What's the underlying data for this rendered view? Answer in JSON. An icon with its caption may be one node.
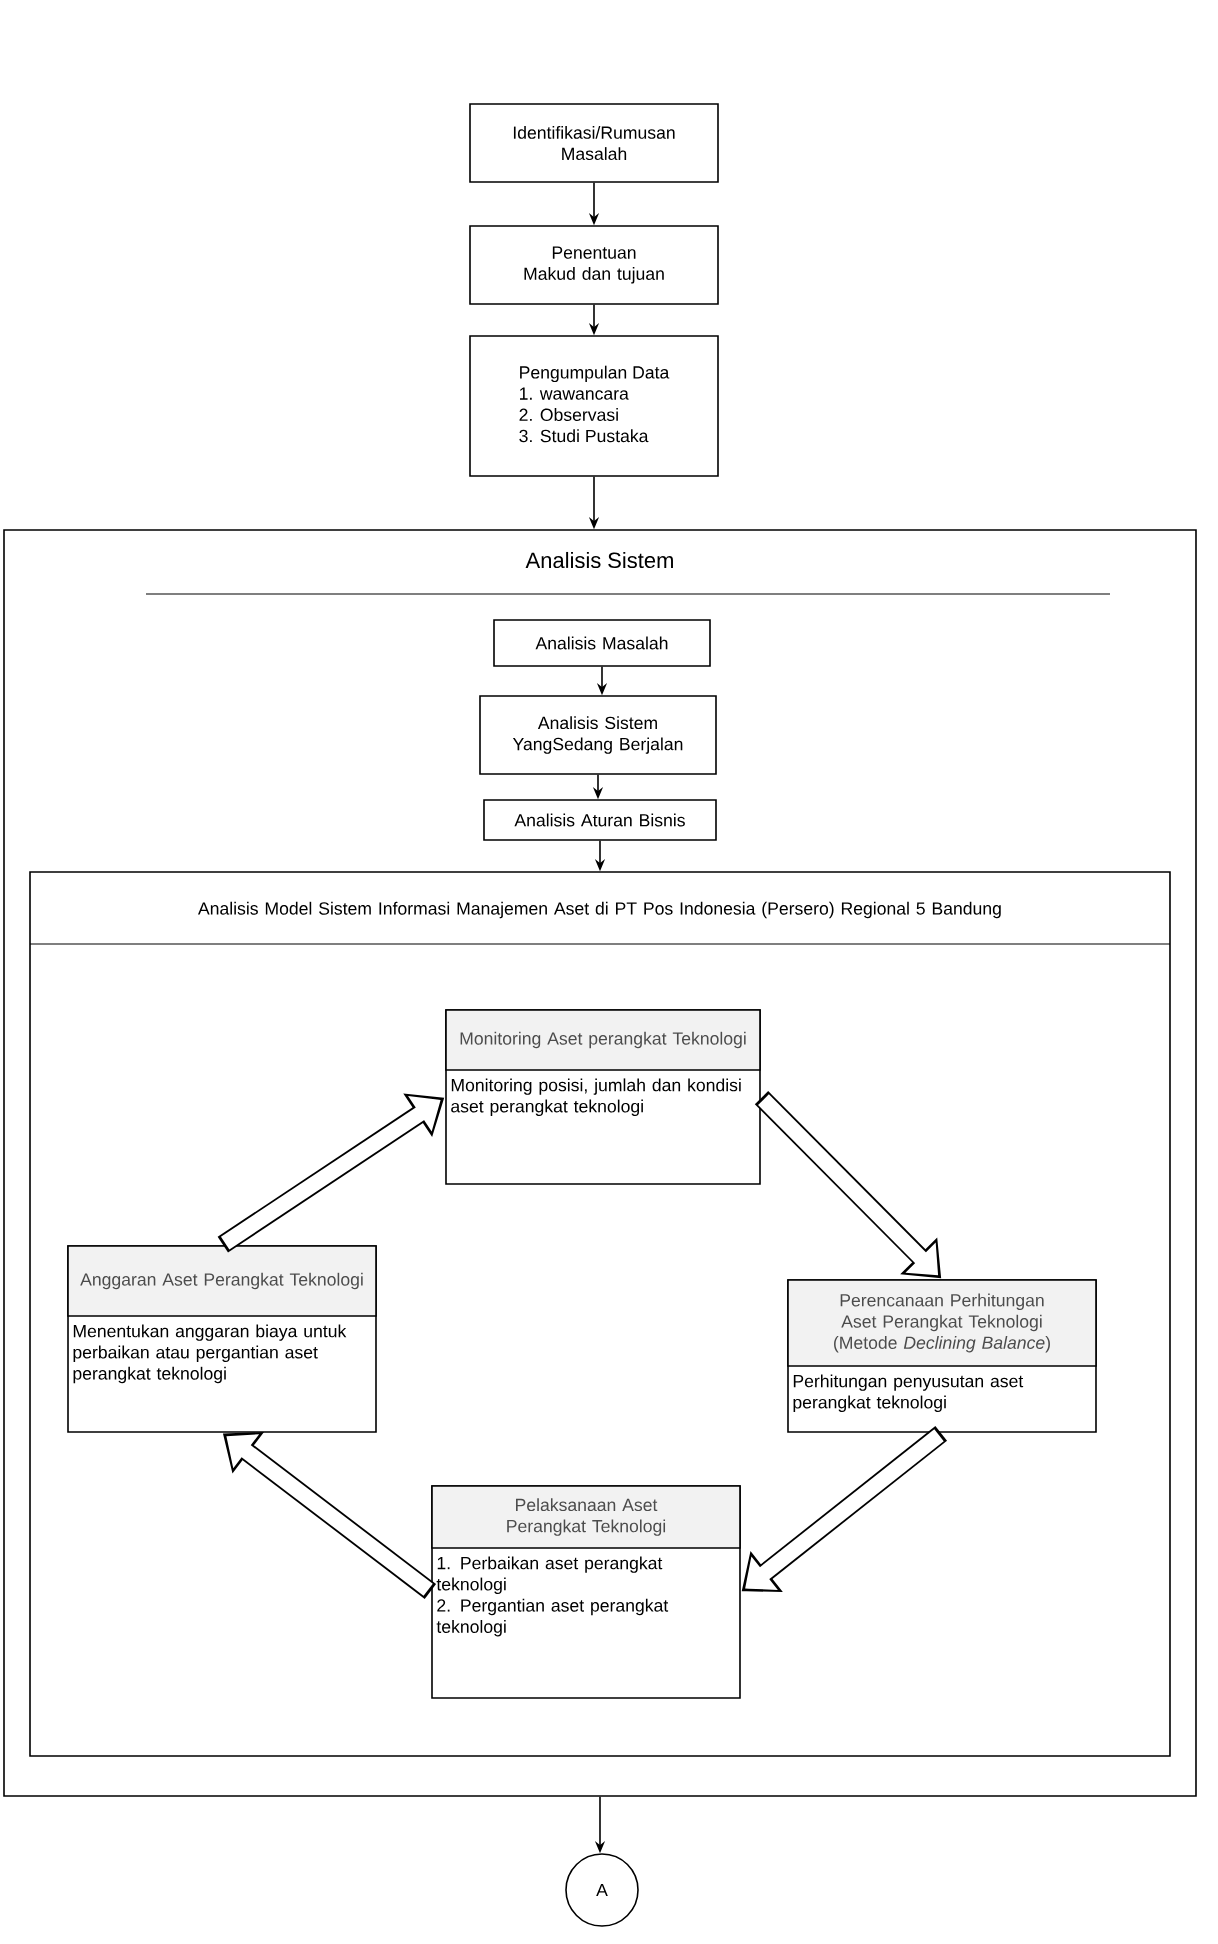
{
  "diagram": {
    "nodes": [
      {
        "text": [
          "Identifikasi/Rumusan Masalah"
        ]
      },
      {
        "text": [
          "Penentuan Makud dan tujuan"
        ]
      },
      {
        "text": [
          "Pengumpulan Data",
          "1. wawancara",
          "2. Observasi",
          "3. Studi Pustaka"
        ]
      },
      {
        "text": [
          "Analisis Sistem"
        ]
      },
      {
        "text": [
          "Analisis Masalah"
        ],
        "in": 3
      },
      {
        "text": [
          "Analisis Sistem YangSedang Berjalan"
        ],
        "in": 3
      },
      {
        "text": [
          "Analisis Aturan Bisnis"
        ],
        "in": 3
      },
      {
        "text": [
          "Analisis Model Sistem Informasi Manajemen Aset di PT Pos Indonesia (Persero) Regional 5 Bandung"
        ],
        "in": 3
      },
      {
        "text": [
          "Monitoring Aset perangkat Teknologi",
          "Monitoring posisi, jumlah dan kondisi aset perangkat teknologi"
        ],
        "in": 7
      },
      {
        "text": [
          "Perencanaan Perhitungan Aset Perangkat Teknologi (Metode *Declining Balance*)",
          "Perhitungan penyusutan aset perangkat teknologi"
        ],
        "in": 7
      },
      {
        "text": [
          "Pelaksanaan Aset Perangkat Teknologi",
          "1. Perbaikan aset perangkat teknologi",
          "2. Pergantian aset perangkat teknologi"
        ],
        "in": 7
      },
      {
        "text": [
          "Anggaran Aset Perangkat Teknologi",
          "Menentukan anggaran biaya untuk perbaikan atau pergantian aset perangkat teknologi"
        ],
        "in": 7
      },
      {
        "text": [
          "A"
        ]
      }
    ],
    "edges": [
      {
        "from": 0,
        "to": 1,
        "arrow": "to"
      },
      {
        "from": 1,
        "to": 2,
        "arrow": "to"
      },
      {
        "from": 2,
        "to": 3,
        "arrow": "to"
      },
      {
        "from": 4,
        "to": 5,
        "arrow": "to"
      },
      {
        "from": 5,
        "to": 6,
        "arrow": "to"
      },
      {
        "from": 6,
        "to": 7,
        "arrow": "to"
      },
      {
        "from": 11,
        "to": 8,
        "arrow": "to",
        "style": "thick"
      },
      {
        "from": 8,
        "to": 9,
        "arrow": "to",
        "style": "thick"
      },
      {
        "from": 9,
        "to": 10,
        "arrow": "to",
        "style": "thick"
      },
      {
        "from": 10,
        "to": 11,
        "arrow": "to",
        "style": "thick"
      },
      {
        "from": 3,
        "to": 12,
        "arrow": "to"
      }
    ]
  }
}
